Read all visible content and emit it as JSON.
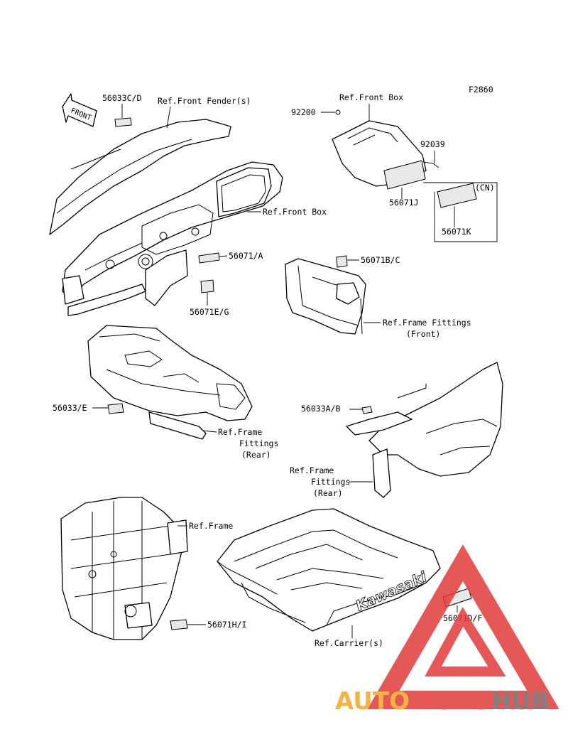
{
  "figure_code": "F2860",
  "front_arrow": "FRONT",
  "labels": {
    "l56033cd": "56033C/D",
    "ref_front_fender": "Ref.Front Fender(s)",
    "ref_front_box_top": "Ref.Front Box",
    "l92200": "92200",
    "l92039": "92039",
    "cn": "(CN)",
    "l56071j": "56071J",
    "l56071k": "56071K",
    "ref_front_box_mid": "Ref.Front Box",
    "l56071a": "56071/A",
    "l56071eg": "56071E/G",
    "l56071bc": "56071B/C",
    "ref_frame_fittings_front_1": "Ref.Frame Fittings",
    "ref_frame_fittings_front_2": "(Front)",
    "l56033e": "56033/E",
    "ref_frame_fittings_rear_a1": "Ref.Frame",
    "ref_frame_fittings_rear_a2": "Fittings",
    "ref_frame_fittings_rear_a3": "(Rear)",
    "l56033ab": "56033A/B",
    "ref_frame_fittings_rear_b1": "Ref.Frame",
    "ref_frame_fittings_rear_b2": "Fittings",
    "ref_frame_fittings_rear_b3": "(Rear)",
    "ref_frame": "Ref.Frame",
    "l56071hi": "56071H/I",
    "ref_carrier": "Ref.Carrier(s)",
    "l56071df": "56071D/F",
    "brand_on_carrier": "Kawasaki"
  },
  "watermark": {
    "part1": "AUTO",
    "part2": "MOTO",
    "part3": "HUB",
    "color_red": "#e23a3a",
    "color_orange": "#f5a623",
    "color_grey": "#6b6b6b"
  }
}
